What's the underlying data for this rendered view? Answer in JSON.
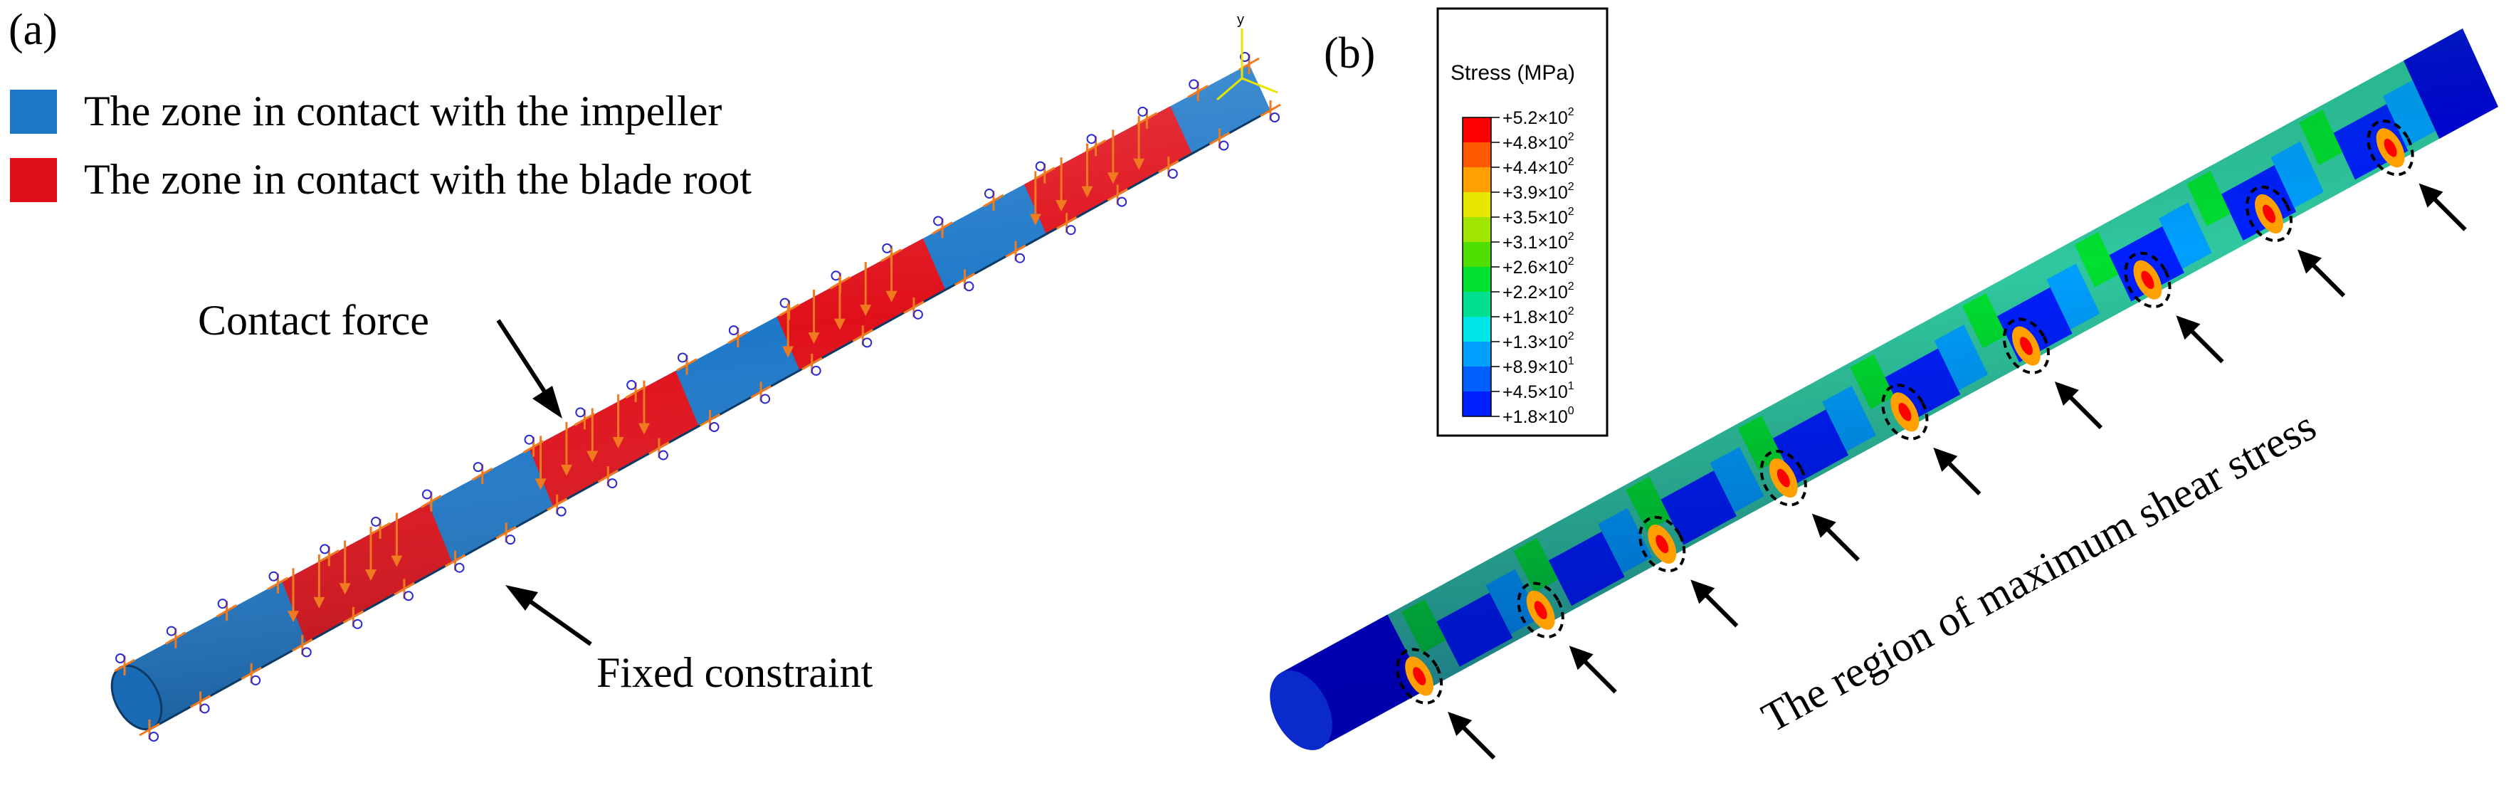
{
  "panel_a": {
    "label": "(a)",
    "legend": [
      {
        "text": "The zone in contact with the impeller",
        "color": "#1e78c8"
      },
      {
        "text": "The zone in contact with the blade root",
        "color": "#e0101a"
      }
    ],
    "annotations": {
      "contact_force": "Contact force",
      "fixed_constraint": "Fixed constraint"
    },
    "axis_triad_label": "y"
  },
  "panel_b": {
    "label": "(b)",
    "colorbar": {
      "title": "Stress (MPa)",
      "colors": [
        "#ff0000",
        "#ff5a00",
        "#ffa000",
        "#e6e600",
        "#a0e600",
        "#50e000",
        "#00e030",
        "#00e090",
        "#00e6e6",
        "#00a0ff",
        "#0060ff",
        "#0020ff",
        "#0000dc"
      ],
      "ticks": [
        {
          "mantissa": "+5.2×10",
          "exp": "2"
        },
        {
          "mantissa": "+4.8×10",
          "exp": "2"
        },
        {
          "mantissa": "+4.4×10",
          "exp": "2"
        },
        {
          "mantissa": "+3.9×10",
          "exp": "2"
        },
        {
          "mantissa": "+3.5×10",
          "exp": "2"
        },
        {
          "mantissa": "+3.1×10",
          "exp": "2"
        },
        {
          "mantissa": "+2.6×10",
          "exp": "2"
        },
        {
          "mantissa": "+2.2×10",
          "exp": "2"
        },
        {
          "mantissa": "+1.8×10",
          "exp": "2"
        },
        {
          "mantissa": "+1.3×10",
          "exp": "2"
        },
        {
          "mantissa": "+8.9×10",
          "exp": "1"
        },
        {
          "mantissa": "+4.5×10",
          "exp": "1"
        },
        {
          "mantissa": "+1.8×10",
          "exp": "0"
        }
      ]
    },
    "annotation": "The region of maximum shear stress",
    "hotspot_count": 9
  }
}
